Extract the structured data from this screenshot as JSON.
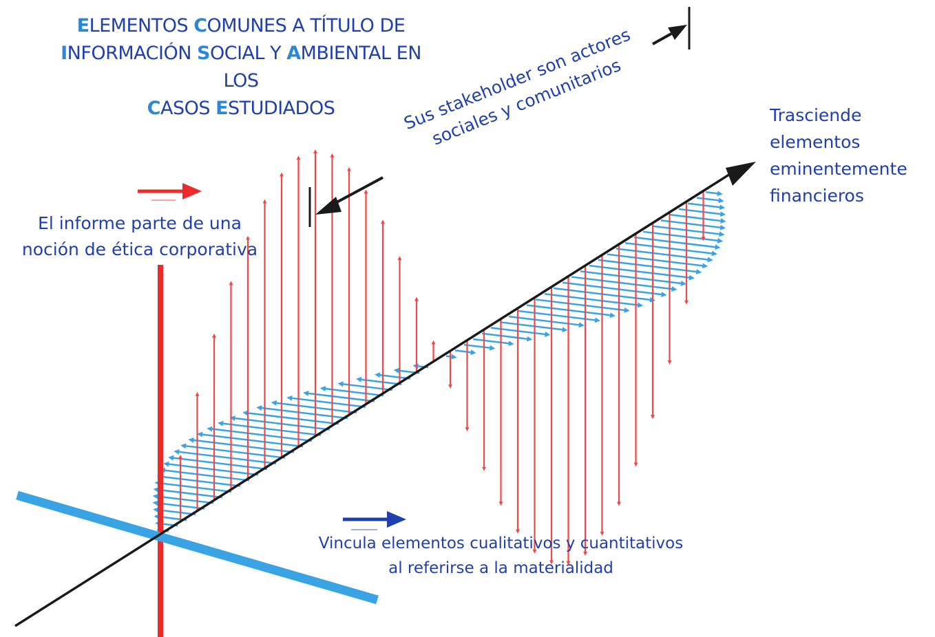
{
  "title": {
    "line1": [
      {
        "cap": "E",
        "rest": "LEMENTOS "
      },
      {
        "cap": "C",
        "rest": "OMUNES A TÍTULO DE"
      }
    ],
    "line2": [
      {
        "cap": "I",
        "rest": "NFORMACIÓN "
      },
      {
        "cap": "S",
        "rest": "OCIAL Y "
      },
      {
        "cap": "A",
        "rest": "MBIENTAL EN LOS"
      }
    ],
    "line3": [
      {
        "cap": "C",
        "rest": "ASOS "
      },
      {
        "cap": "E",
        "rest": "STUDIADOS"
      }
    ]
  },
  "labels": {
    "stakeholder_line1": "Sus stakeholder son actores",
    "stakeholder_line2": "sociales y comunitarios",
    "right_line1": "Trasciende",
    "right_line2": "elementos",
    "right_line3": "eminentemente",
    "right_line4": "financieros",
    "left_line1": "El informe parte de una",
    "left_line2": "noción de ética corporativa",
    "bottom_line1": "Vincula elementos cualitativos y cuantitativos",
    "bottom_line2": "al referirse a la materialidad"
  },
  "colors": {
    "red": "#ee2b2b",
    "light_red": "#f25b5b",
    "blue": "#3aa3e3",
    "dark_blue": "#1f3fae",
    "axis": "#1a1a1a"
  }
}
